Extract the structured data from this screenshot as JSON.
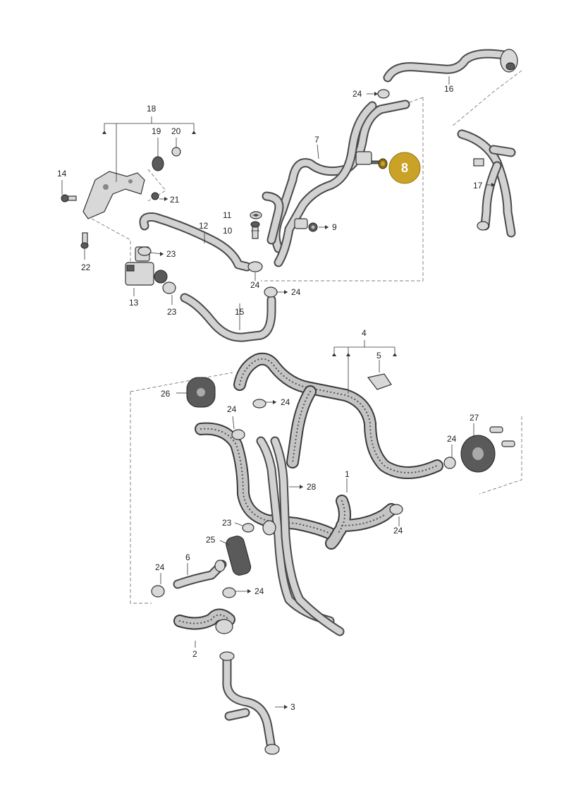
{
  "highlight": {
    "label": "8",
    "color": "#c9a227"
  },
  "labels": {
    "p1": "1",
    "p2": "2",
    "p3": "3",
    "p4": "4",
    "p5": "5",
    "p6": "6",
    "p7": "7",
    "p9": "9",
    "p10": "10",
    "p11": "11",
    "p12": "12",
    "p13": "13",
    "p14": "14",
    "p15": "15",
    "p16": "16",
    "p17": "17",
    "p18": "18",
    "p19": "19",
    "p20": "20",
    "p21": "21",
    "p22": "22",
    "p23": "23",
    "p24": "24",
    "p25": "25",
    "p26": "26",
    "p27": "27",
    "p28": "28"
  }
}
